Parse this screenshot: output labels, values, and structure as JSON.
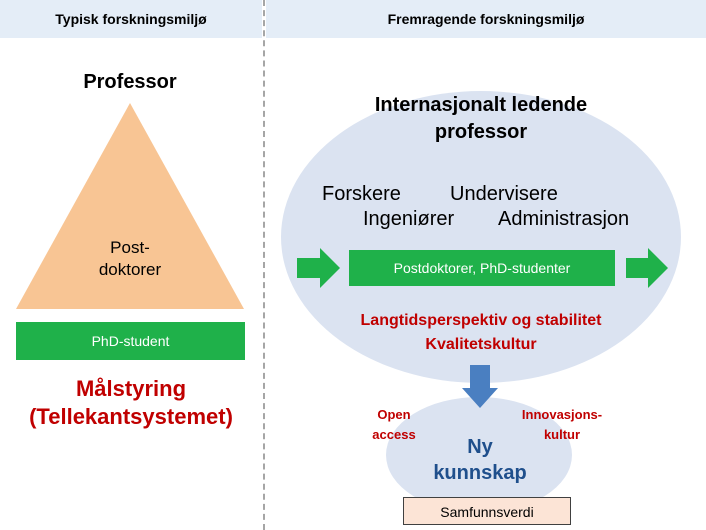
{
  "left": {
    "header": "Typisk forskningsmiljø",
    "professor": "Professor",
    "postdoc_line1": "Post-",
    "postdoc_line2": "doktorer",
    "phd": "PhD-student",
    "goal_line1": "Målstyring",
    "goal_line2": "(Tellekantsystemet)"
  },
  "right": {
    "header": "Fremragende forskningsmiljø",
    "title_line1": "Internasjonalt ledende",
    "title_line2": "professor",
    "roles": [
      "Forskere",
      "Undervisere",
      "Ingeniører",
      "Administrasjon"
    ],
    "bar": "Postdoktorer, PhD-studenter",
    "culture_line1": "Langtidsperspektiv og stabilitet",
    "culture_line2": "Kvalitetskultur",
    "open_line1": "Open",
    "open_line2": "access",
    "innov_line1": "Innovasjons-",
    "innov_line2": "kultur",
    "new_line1": "Ny",
    "new_line2": "kunnskap",
    "value": "Samfunnsverdi"
  },
  "colors": {
    "header_bg": "#e4edf7",
    "triangle": "#f8c594",
    "green": "#1fb14a",
    "ellipse": "#dbe3f1",
    "red": "#c00000",
    "blue": "#1f4f8c",
    "arrow_blue": "#4a7fc1",
    "value_box": "#fce4d6"
  }
}
